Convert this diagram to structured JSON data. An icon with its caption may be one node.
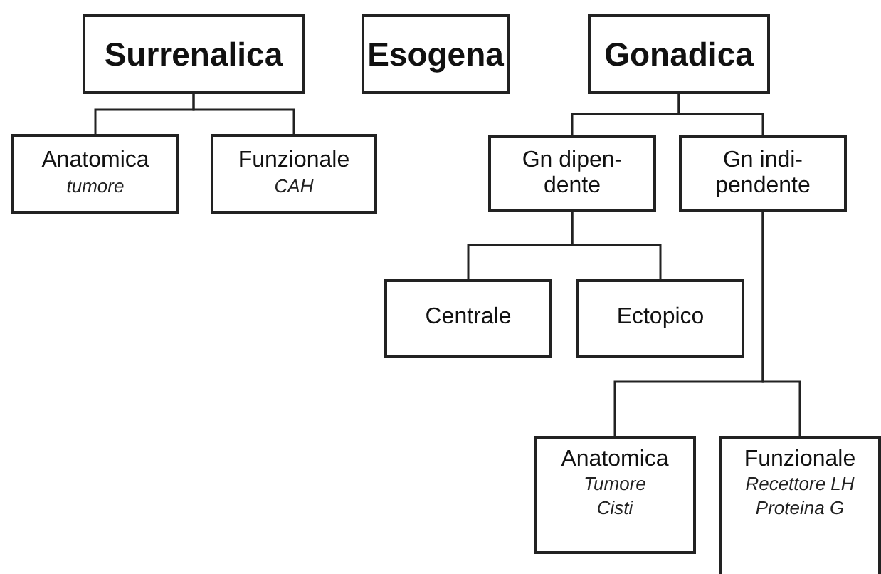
{
  "diagram": {
    "nodes": [
      {
        "text": [
          "Surrenalica"
        ]
      },
      {
        "text": [
          "Esogena"
        ]
      },
      {
        "text": [
          "Gonadica"
        ]
      },
      {
        "text": [
          "Anatomica",
          "tumore"
        ]
      },
      {
        "text": [
          "Funzionale",
          "CAH"
        ]
      },
      {
        "text": [
          "Gn dipen- dente"
        ]
      },
      {
        "text": [
          "Gn indi- pendente"
        ]
      },
      {
        "text": [
          "Centrale"
        ]
      },
      {
        "text": [
          "Ectopico"
        ]
      },
      {
        "text": [
          "Anatomica",
          "Tumore",
          "Cisti"
        ]
      },
      {
        "text": [
          "Funzionale",
          "Recettore LH",
          "Proteina G"
        ]
      }
    ],
    "edges": [
      {
        "from": 0,
        "to": 3,
        "arrow": "none"
      },
      {
        "from": 0,
        "to": 4,
        "arrow": "none"
      },
      {
        "from": 2,
        "to": 5,
        "arrow": "none"
      },
      {
        "from": 2,
        "to": 6,
        "arrow": "none"
      },
      {
        "from": 5,
        "to": 7,
        "arrow": "none"
      },
      {
        "from": 5,
        "to": 8,
        "arrow": "none"
      },
      {
        "from": 6,
        "to": 9,
        "arrow": "none"
      },
      {
        "from": 6,
        "to": 10,
        "arrow": "none"
      }
    ]
  }
}
